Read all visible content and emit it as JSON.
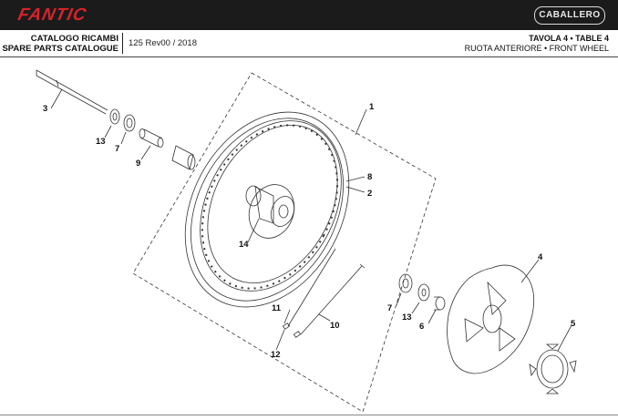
{
  "header": {
    "brand": "FANTIC",
    "model_badge": "CABALLERO",
    "catalog_line1": "CATALOGO RICAMBI",
    "catalog_line2": "SPARE PARTS CATALOGUE",
    "revision": "125 Rev00 / 2018",
    "table_line1": "TAVOLA 4 • TABLE 4",
    "table_line2": "RUOTA ANTERIORE • FRONT WHEEL"
  },
  "colors": {
    "brand_red": "#d8232a",
    "bar": "#1b1b1b"
  },
  "callouts": [
    "1",
    "2",
    "3",
    "4",
    "5",
    "6",
    "7",
    "7",
    "8",
    "9",
    "10",
    "11",
    "12",
    "13",
    "13",
    "14"
  ]
}
